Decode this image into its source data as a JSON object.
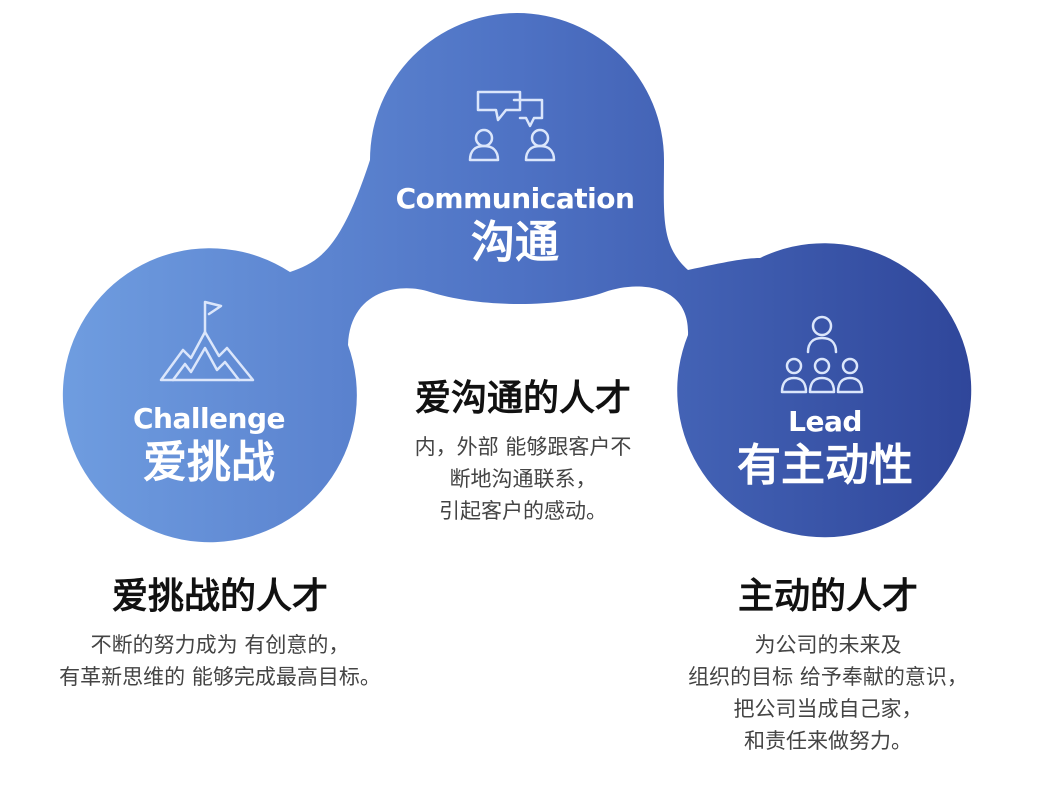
{
  "center": {
    "en": "Communication",
    "cn": "沟通",
    "icon": "chat-people-icon",
    "title": "爱沟通的人才",
    "lines": [
      "内，外部 能够跟客户不",
      "断地沟通联系，",
      "引起客户的感动。"
    ]
  },
  "left": {
    "en": "Challenge",
    "cn": "爱挑战",
    "icon": "mountain-flag-icon",
    "title": "爱挑战的人才",
    "lines": [
      "不断的努力成为 有创意的，",
      "有革新思维的 能够完成最高目标。"
    ]
  },
  "right": {
    "en": "Lead",
    "cn": "有主动性",
    "icon": "leader-group-icon",
    "title": "主动的人才",
    "lines": [
      "为公司的未来及",
      "组织的目标 给予奉献的意识，",
      "把公司当成自己家，",
      "和责任来做努力。"
    ]
  },
  "colors": {
    "gradient_start": "#6f9de0",
    "gradient_mid": "#4e72c4",
    "gradient_end": "#2f469a",
    "icon_line": "#dbe6fb"
  }
}
